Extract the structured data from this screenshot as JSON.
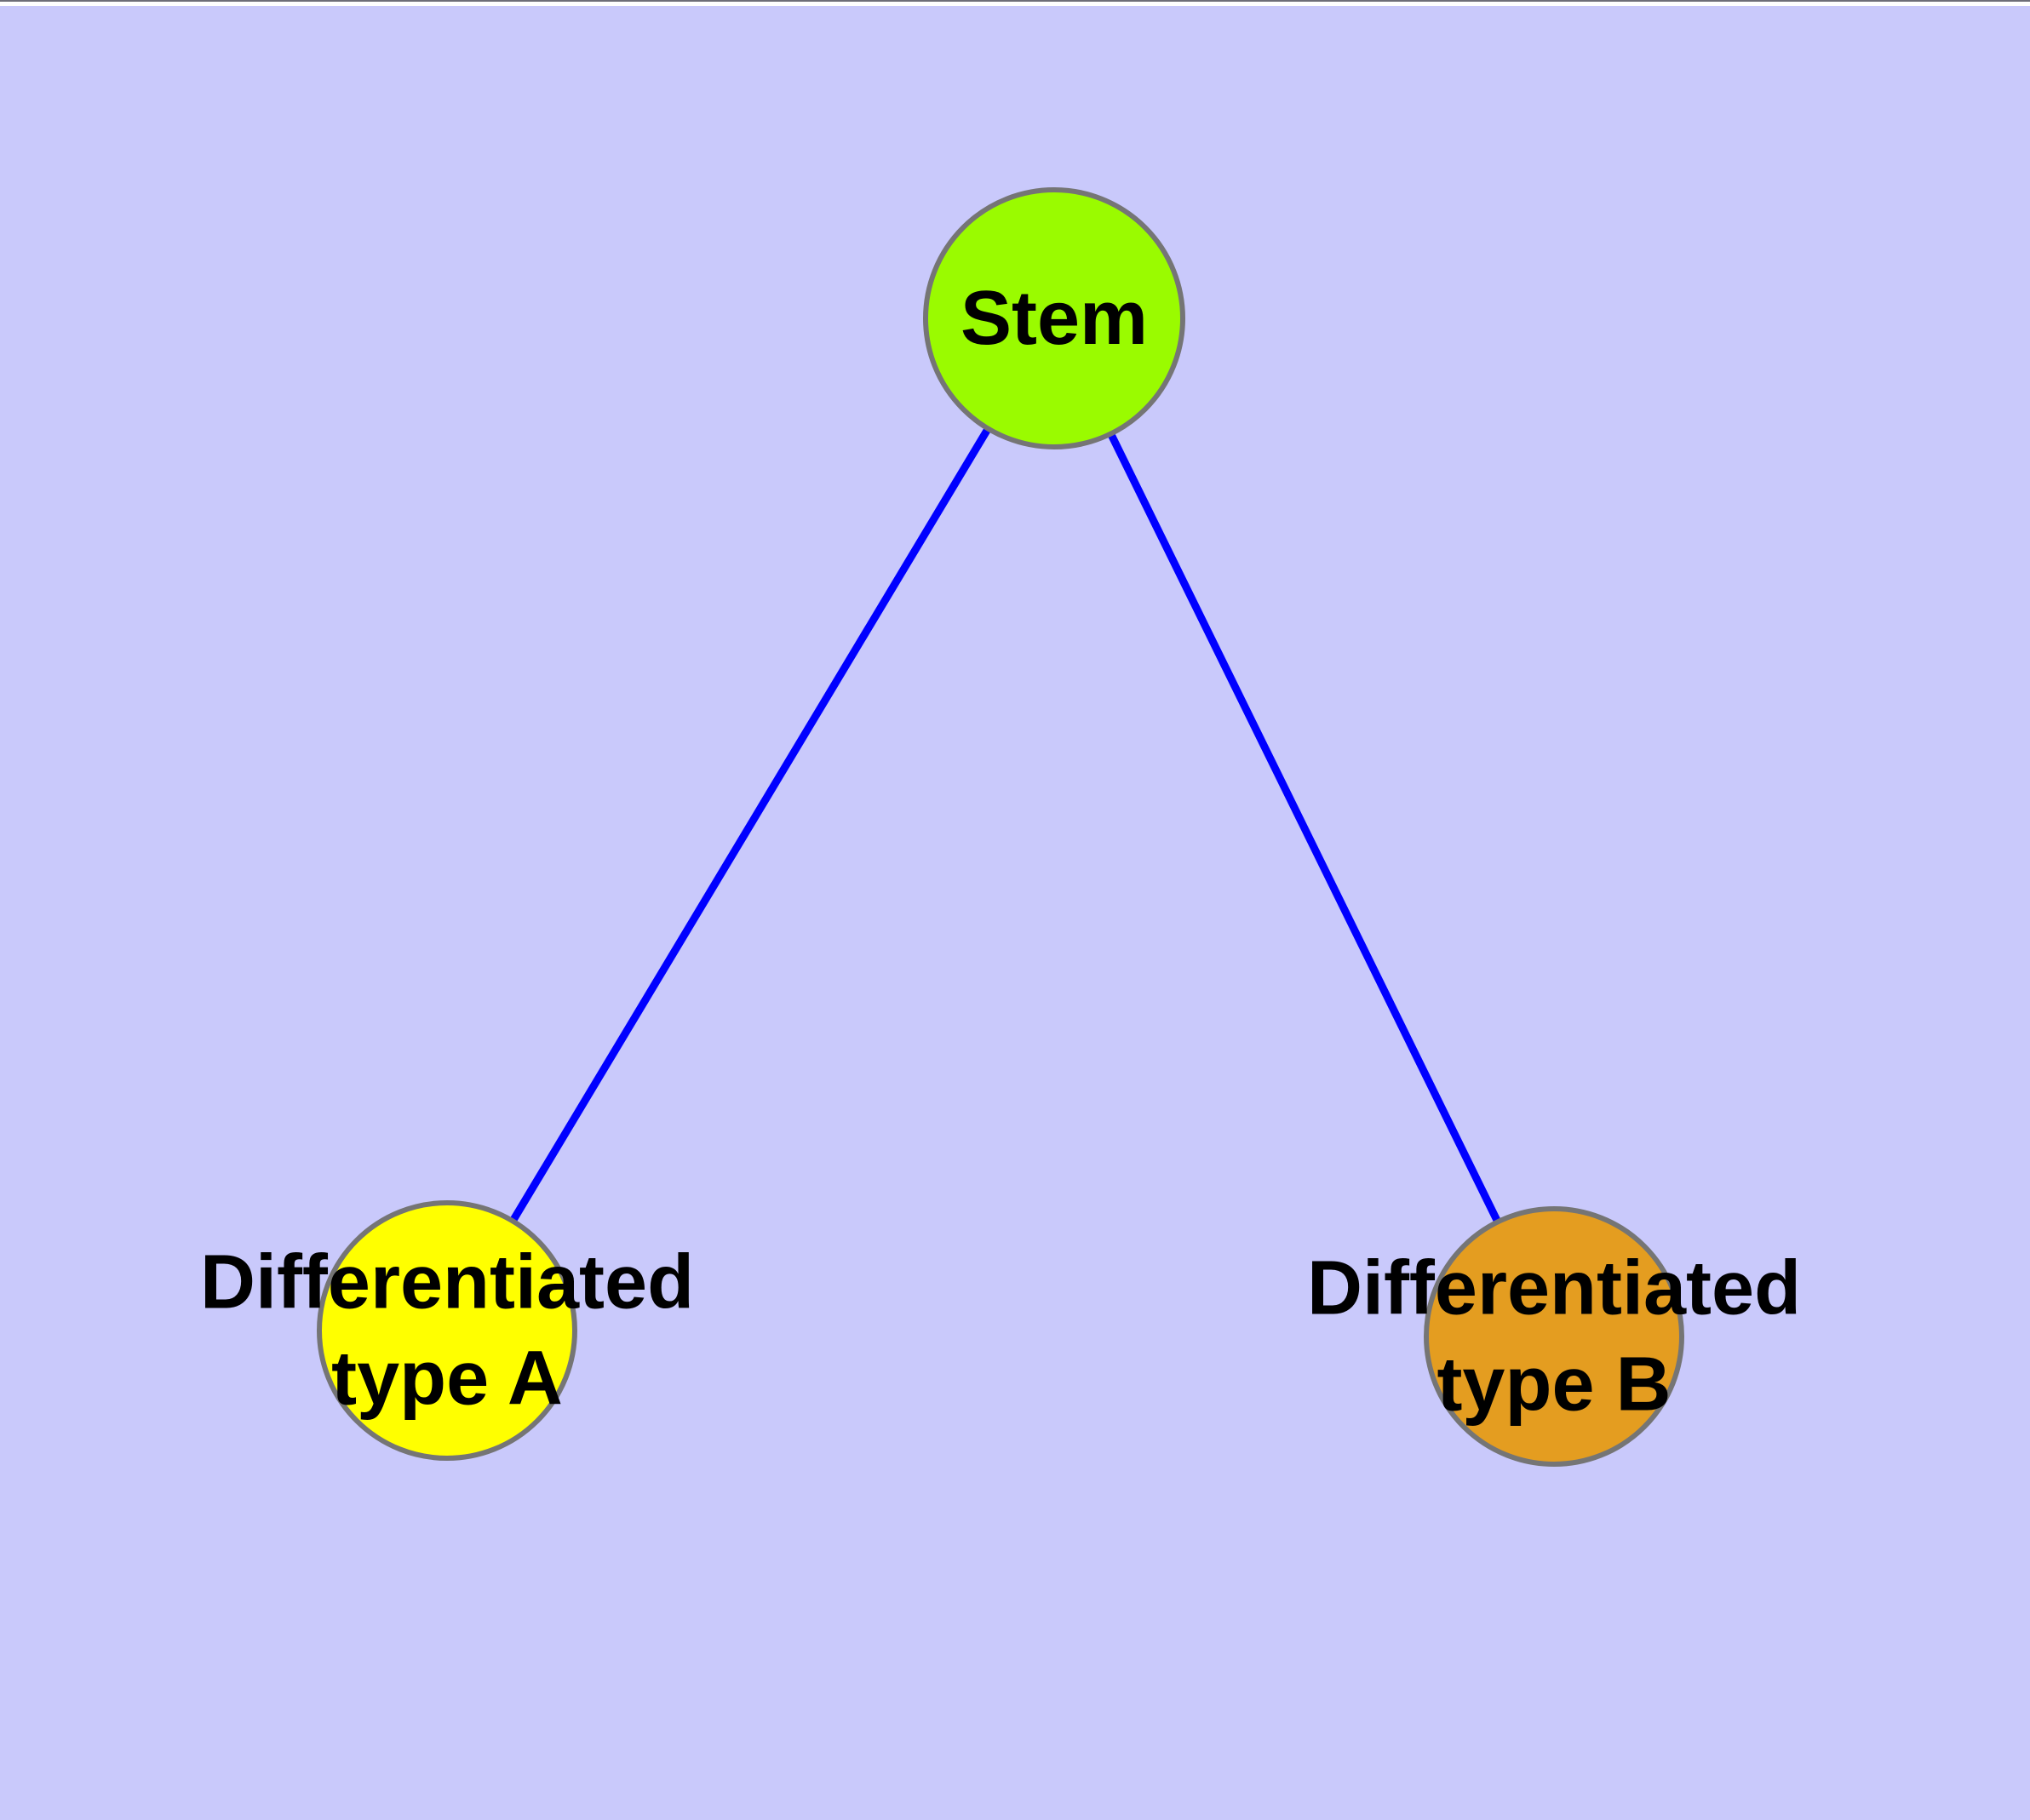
{
  "diagram": {
    "type": "graph",
    "description": "Cell differentiation graph: one stem node linked to two differentiated cell-type nodes",
    "background_color": "#c9c9fb",
    "edge_color": "#0000ff",
    "node_border_color": "#757575",
    "label_color": "#000000",
    "nodes": [
      {
        "id": "stem",
        "label": "Stem",
        "fill_color": "#9afb00"
      },
      {
        "id": "diff-a",
        "label": "Differentiated\ntype A",
        "fill_color": "#ffff00"
      },
      {
        "id": "diff-b",
        "label": "Differentiated\ntype B",
        "fill_color": "#e49d20"
      }
    ],
    "edges": [
      {
        "from": "Stem",
        "to": "Differentiated type A"
      },
      {
        "from": "Stem",
        "to": "Differentiated type B"
      }
    ]
  }
}
